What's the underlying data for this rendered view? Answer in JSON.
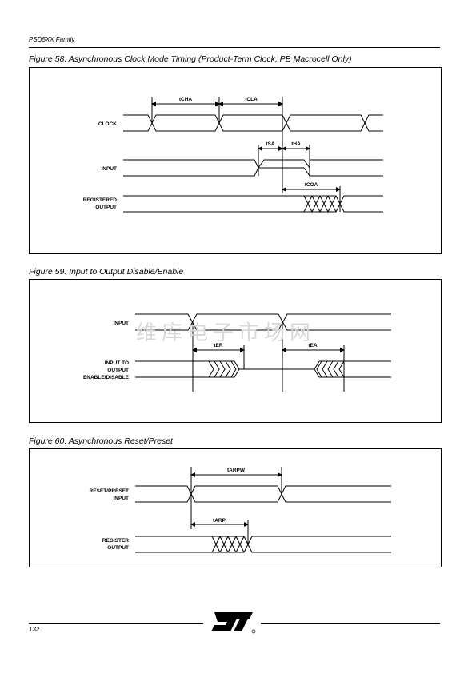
{
  "header": {
    "title": "PSD5XX Family"
  },
  "watermark": "维库电子市场网",
  "footer": {
    "page_number": "132",
    "logo": "ST"
  },
  "fig58": {
    "caption": "Figure 58.  Asynchronous Clock Mode Timing (Product-Term Clock, PB Macrocell Only)",
    "labels": {
      "clock": "CLOCK",
      "input": "INPUT",
      "reg1": "REGISTERED",
      "reg2": "OUTPUT"
    },
    "timings": {
      "tcha": "tCHA",
      "tcla": "tCLA",
      "tsa": "tSA",
      "tha": "tHA",
      "tcoa": "tCOA"
    }
  },
  "fig59": {
    "caption": "Figure 59.  Input to Output Disable/Enable",
    "labels": {
      "input": "INPUT",
      "io1": "INPUT TO",
      "io2": "OUTPUT",
      "io3": "ENABLE/DISABLE"
    },
    "timings": {
      "ter": "tER",
      "tea": "tEA"
    }
  },
  "fig60": {
    "caption": "Figure 60.  Asynchronous Reset/Preset",
    "labels": {
      "rp1": "RESET/PRESET",
      "rp2": "INPUT",
      "reg1": "REGISTER",
      "reg2": "OUTPUT"
    },
    "timings": {
      "tarpw": "tARPW",
      "tarp": "tARP"
    }
  }
}
